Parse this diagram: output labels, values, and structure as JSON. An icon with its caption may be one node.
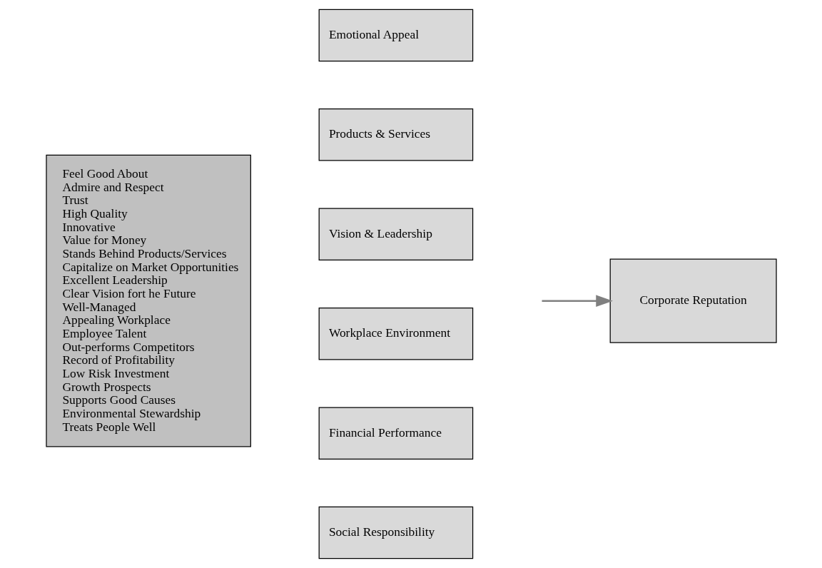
{
  "diagram": {
    "nodes": [
      {
        "text": [
          "Feel Good About",
          "Admire and Respect",
          "Trust",
          "High Quality",
          "Innovative",
          "Value for Money",
          "Stands Behind Products/Services",
          "Capitalize on Market Opportunities",
          "Excellent Leadership",
          "Clear Vision fort he Future",
          "Well-Managed",
          "Appealing Workplace",
          "Employee Talent",
          "Out-performs Competitors",
          "Record of Profitability",
          "Low Risk Investment",
          "Growth Prospects",
          "Supports Good Causes",
          "Environmental Stewardship",
          "Treats People Well"
        ]
      },
      {
        "text": [
          "Emotional Appeal"
        ]
      },
      {
        "text": [
          "Products & Services"
        ]
      },
      {
        "text": [
          "Vision & Leadership"
        ]
      },
      {
        "text": [
          "Workplace Environment"
        ]
      },
      {
        "text": [
          "Financial Performance"
        ]
      },
      {
        "text": [
          "Social Responsibility"
        ]
      },
      {
        "text": [
          "Corporate Reputation"
        ]
      }
    ],
    "edges": [
      {
        "from": null,
        "to": 7,
        "arrow": "to"
      }
    ]
  }
}
